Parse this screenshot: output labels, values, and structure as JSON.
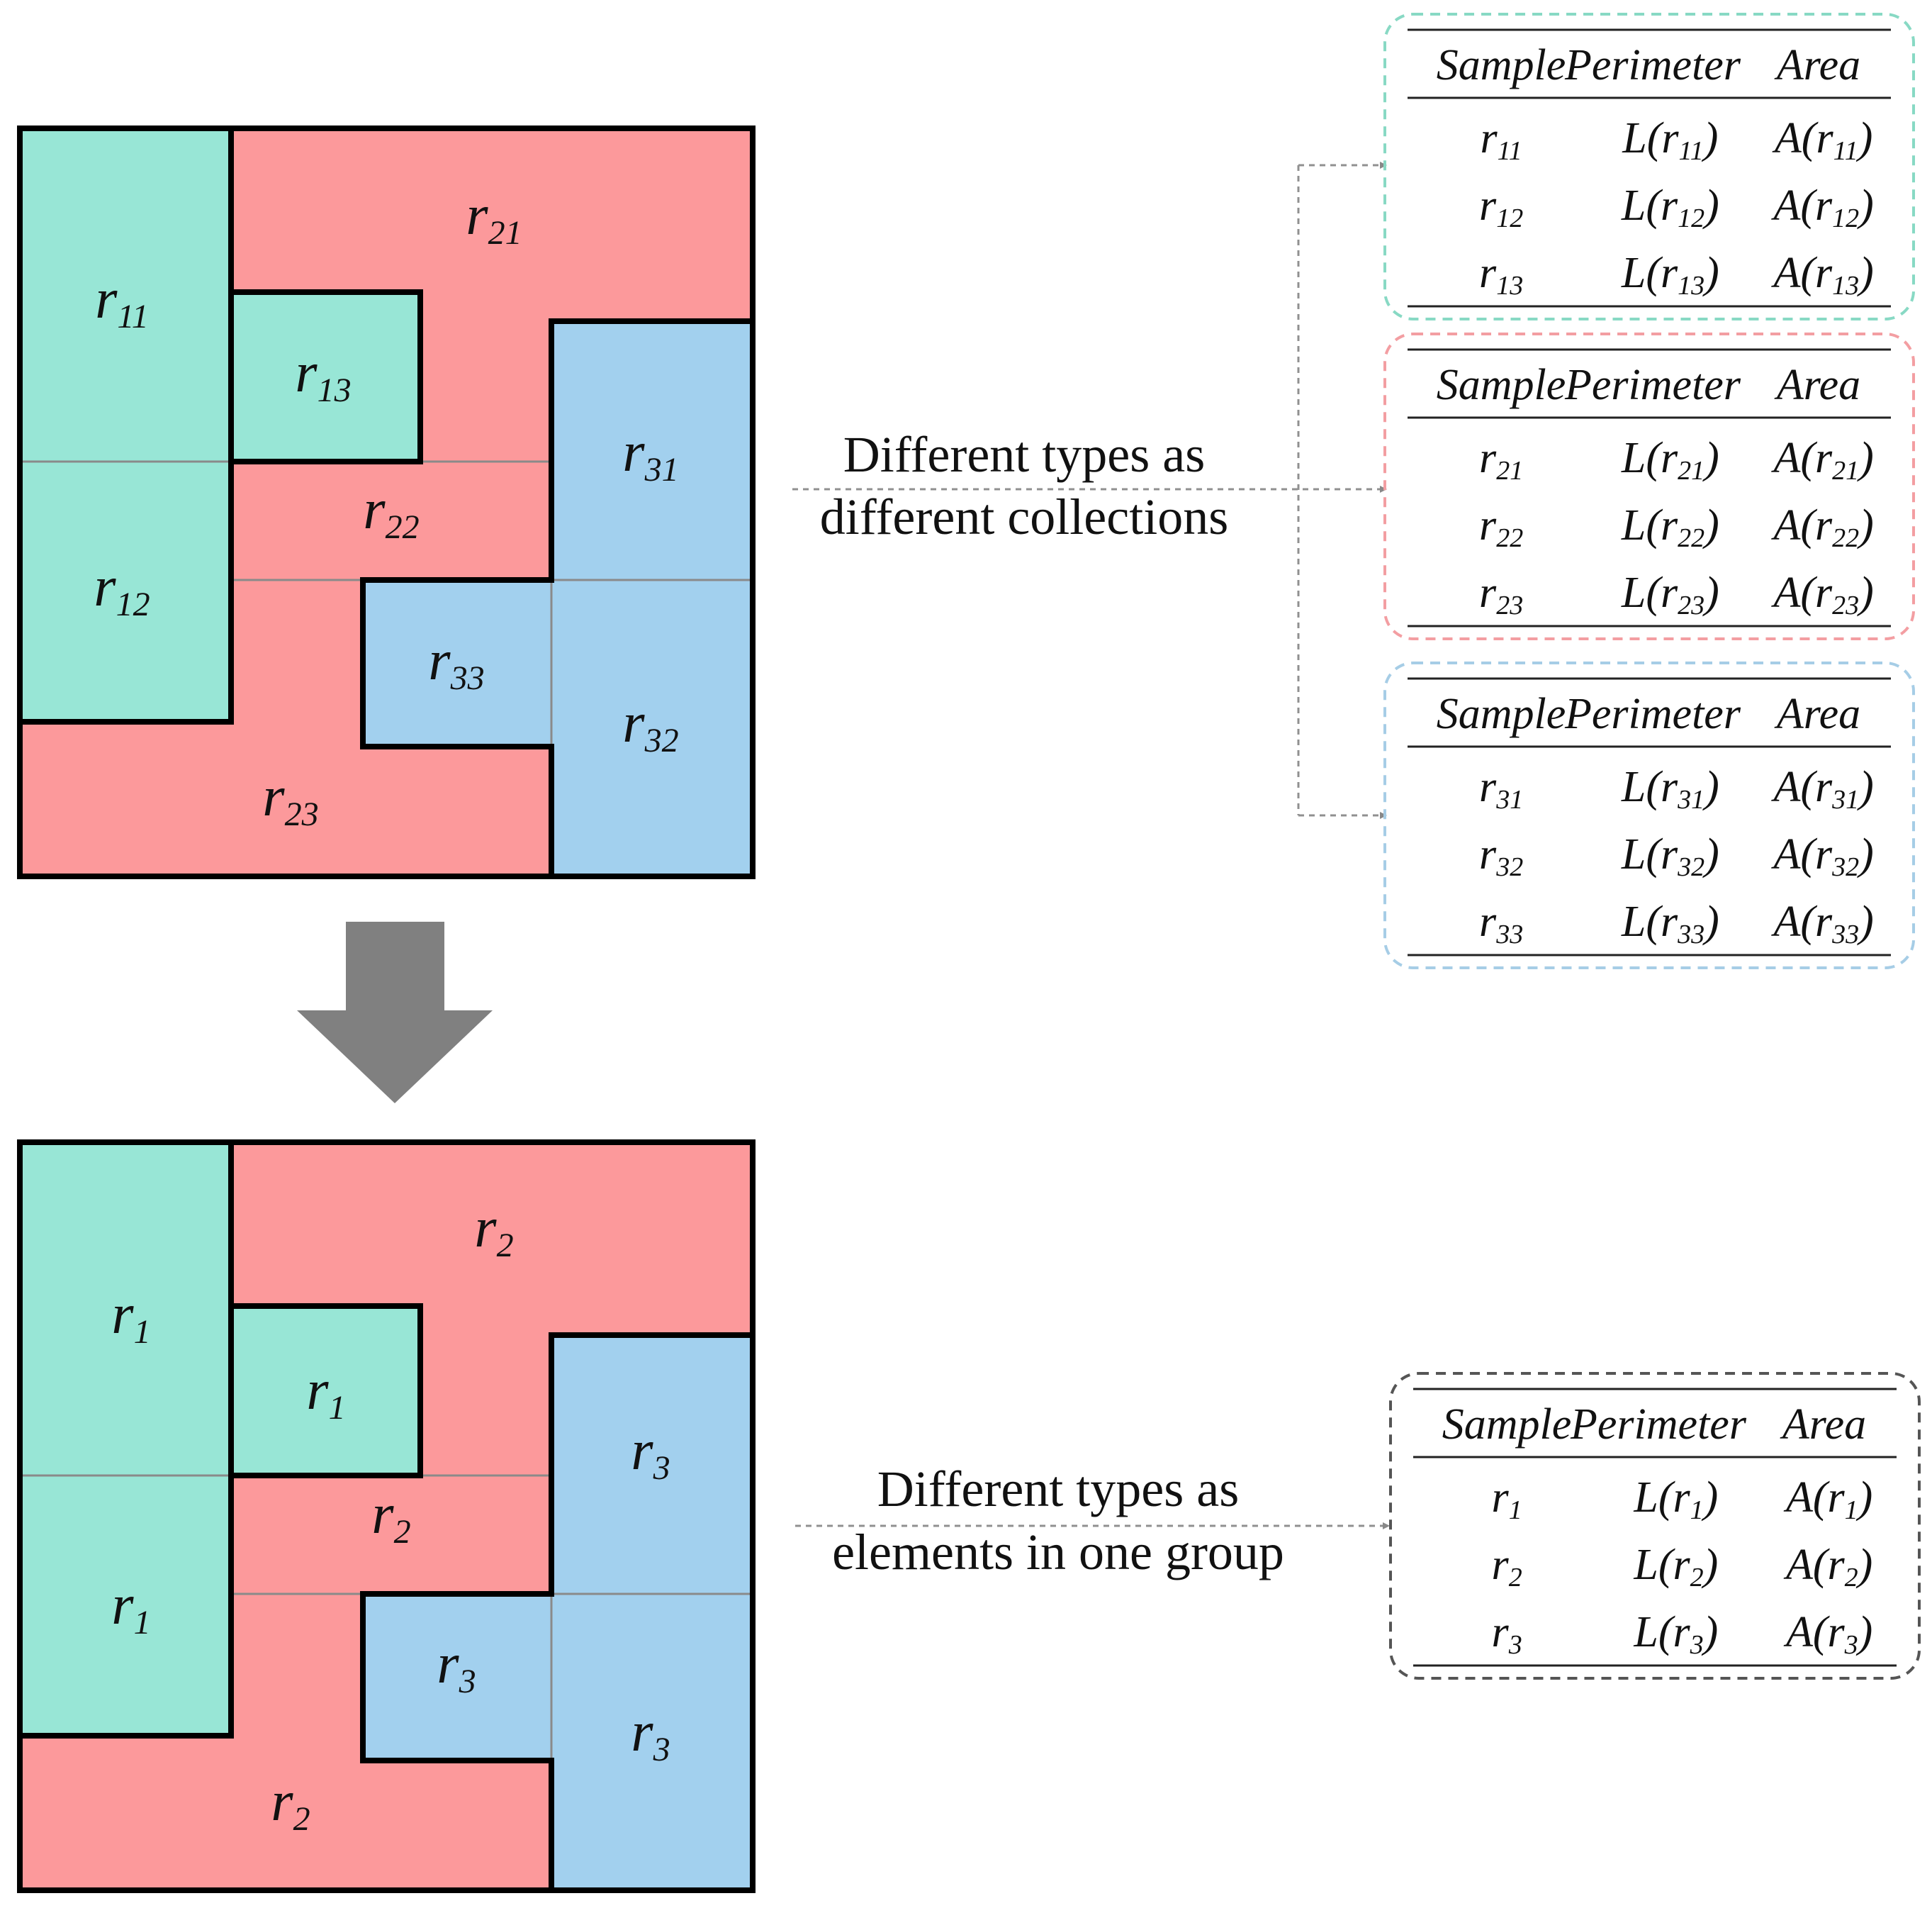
{
  "colors": {
    "green": "#98e6d6",
    "red": "#fc999b",
    "blue": "#a2d0ee",
    "outline": "#000000",
    "thin_line": "#888888",
    "arrow": "#808080",
    "box_green": "#88d9c4",
    "box_red": "#f39ea2",
    "box_blue": "#a6cde6",
    "box_gray": "#555555"
  },
  "top_panel": {
    "labels": [
      {
        "base": "r",
        "sub": "11",
        "color": "green"
      },
      {
        "base": "r",
        "sub": "13",
        "color": "green"
      },
      {
        "base": "r",
        "sub": "12",
        "color": "green"
      },
      {
        "base": "r",
        "sub": "21",
        "color": "red"
      },
      {
        "base": "r",
        "sub": "22",
        "color": "red"
      },
      {
        "base": "r",
        "sub": "23",
        "color": "red"
      },
      {
        "base": "r",
        "sub": "31",
        "color": "blue"
      },
      {
        "base": "r",
        "sub": "33",
        "color": "blue"
      },
      {
        "base": "r",
        "sub": "32",
        "color": "blue"
      }
    ]
  },
  "bottom_panel": {
    "labels": [
      {
        "base": "r",
        "sub": "1"
      },
      {
        "base": "r",
        "sub": "1"
      },
      {
        "base": "r",
        "sub": "1"
      },
      {
        "base": "r",
        "sub": "2"
      },
      {
        "base": "r",
        "sub": "2"
      },
      {
        "base": "r",
        "sub": "2"
      },
      {
        "base": "r",
        "sub": "3"
      },
      {
        "base": "r",
        "sub": "3"
      },
      {
        "base": "r",
        "sub": "3"
      }
    ]
  },
  "descriptions": {
    "top": [
      "Different types as",
      "different collections"
    ],
    "bottom": [
      "Different types as",
      "elements in one group"
    ]
  },
  "table_header": [
    "Sample",
    "Perimeter",
    "Area"
  ],
  "tables": [
    {
      "box_color": "box_green",
      "rows": [
        {
          "sample": [
            "r",
            "11"
          ],
          "perimeter": [
            "L(r",
            "11",
            ")"
          ],
          "area": [
            "A(r",
            "11",
            ")"
          ]
        },
        {
          "sample": [
            "r",
            "12"
          ],
          "perimeter": [
            "L(r",
            "12",
            ")"
          ],
          "area": [
            "A(r",
            "12",
            ")"
          ]
        },
        {
          "sample": [
            "r",
            "13"
          ],
          "perimeter": [
            "L(r",
            "13",
            ")"
          ],
          "area": [
            "A(r",
            "13",
            ")"
          ]
        }
      ]
    },
    {
      "box_color": "box_red",
      "rows": [
        {
          "sample": [
            "r",
            "21"
          ],
          "perimeter": [
            "L(r",
            "21",
            ")"
          ],
          "area": [
            "A(r",
            "21",
            ")"
          ]
        },
        {
          "sample": [
            "r",
            "22"
          ],
          "perimeter": [
            "L(r",
            "22",
            ")"
          ],
          "area": [
            "A(r",
            "22",
            ")"
          ]
        },
        {
          "sample": [
            "r",
            "23"
          ],
          "perimeter": [
            "L(r",
            "23",
            ")"
          ],
          "area": [
            "A(r",
            "23",
            ")"
          ]
        }
      ]
    },
    {
      "box_color": "box_blue",
      "rows": [
        {
          "sample": [
            "r",
            "31"
          ],
          "perimeter": [
            "L(r",
            "31",
            ")"
          ],
          "area": [
            "A(r",
            "31",
            ")"
          ]
        },
        {
          "sample": [
            "r",
            "32"
          ],
          "perimeter": [
            "L(r",
            "32",
            ")"
          ],
          "area": [
            "A(r",
            "32",
            ")"
          ]
        },
        {
          "sample": [
            "r",
            "33"
          ],
          "perimeter": [
            "L(r",
            "33",
            ")"
          ],
          "area": [
            "A(r",
            "33",
            ")"
          ]
        }
      ]
    },
    {
      "box_color": "box_gray",
      "rows": [
        {
          "sample": [
            "r",
            "1"
          ],
          "perimeter": [
            "L(r",
            "1",
            ")"
          ],
          "area": [
            "A(r",
            "1",
            ")"
          ]
        },
        {
          "sample": [
            "r",
            "2"
          ],
          "perimeter": [
            "L(r",
            "2",
            ")"
          ],
          "area": [
            "A(r",
            "2",
            ")"
          ]
        },
        {
          "sample": [
            "r",
            "3"
          ],
          "perimeter": [
            "L(r",
            "3",
            ")"
          ],
          "area": [
            "A(r",
            "3",
            ")"
          ]
        }
      ]
    }
  ]
}
